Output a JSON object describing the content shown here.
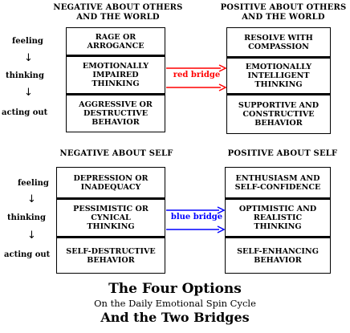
{
  "top": {
    "left_header": "NEGATIVE ABOUT OTHERS\nAND THE WORLD",
    "right_header": "POSITIVE ABOUT OTHERS\nAND THE WORLD",
    "side_labels": [
      "feeling",
      "thinking",
      "acting out"
    ],
    "left_cells": [
      "RAGE OR\nARROGANCE",
      "EMOTIONALLY\nIMPAIRED\nTHINKING",
      "AGGRESSIVE OR\nDESTRUCTIVE\nBEHAVIOR"
    ],
    "right_cells": [
      "RESOLVE WITH\nCOMPASSION",
      "EMOTIONALLY\nINTELLIGENT\nTHINKING",
      "SUPPORTIVE AND\nCONSTRUCTIVE\nBEHAVIOR"
    ],
    "bridge_label": "red bridge",
    "bridge_color": "#ff0000"
  },
  "bottom": {
    "left_header": "NEGATIVE ABOUT SELF",
    "right_header": "POSITIVE ABOUT SELF",
    "side_labels": [
      "feeling",
      "thinking",
      "acting out"
    ],
    "left_cells": [
      "DEPRESSION OR\nINADEQUACY",
      "PESSIMISTIC OR\nCYNICAL\nTHINKING",
      "SELF-DESTRUCTIVE\nBEHAVIOR"
    ],
    "right_cells": [
      "ENTHUSIASM AND\nSELF-CONFIDENCE",
      "OPTIMISTIC AND\nREALISTIC\nTHINKING",
      "SELF-ENHANCING\nBEHAVIOR"
    ],
    "bridge_label": "blue bridge",
    "bridge_color": "#0000ff"
  },
  "caption": {
    "line1": "The Four Options",
    "line2": "On the Daily Emotional Spin Cycle",
    "line3": "And the Two Bridges"
  },
  "arrow_glyph": "↓"
}
